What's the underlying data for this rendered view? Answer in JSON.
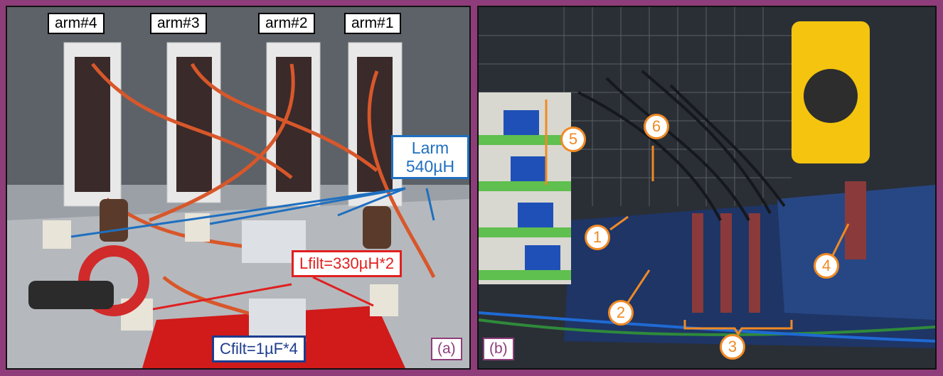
{
  "panel_a": {
    "tag": "(a)",
    "arms": [
      "arm#4",
      "arm#3",
      "arm#2",
      "arm#1"
    ],
    "larm_label": [
      "Larm",
      "540µH"
    ],
    "lfilt_label": "Lfilt=330µH*2",
    "cfilt_label": "Cfilt=1µF*4",
    "colors": {
      "larm": "#1f6fbf",
      "lfilt": "#e02020",
      "cfilt": "#1d3c8f"
    }
  },
  "panel_b": {
    "tag": "(b)",
    "markers": [
      "1",
      "2",
      "3",
      "4",
      "5",
      "6"
    ],
    "colors": {
      "markers": "#f08a24"
    }
  }
}
